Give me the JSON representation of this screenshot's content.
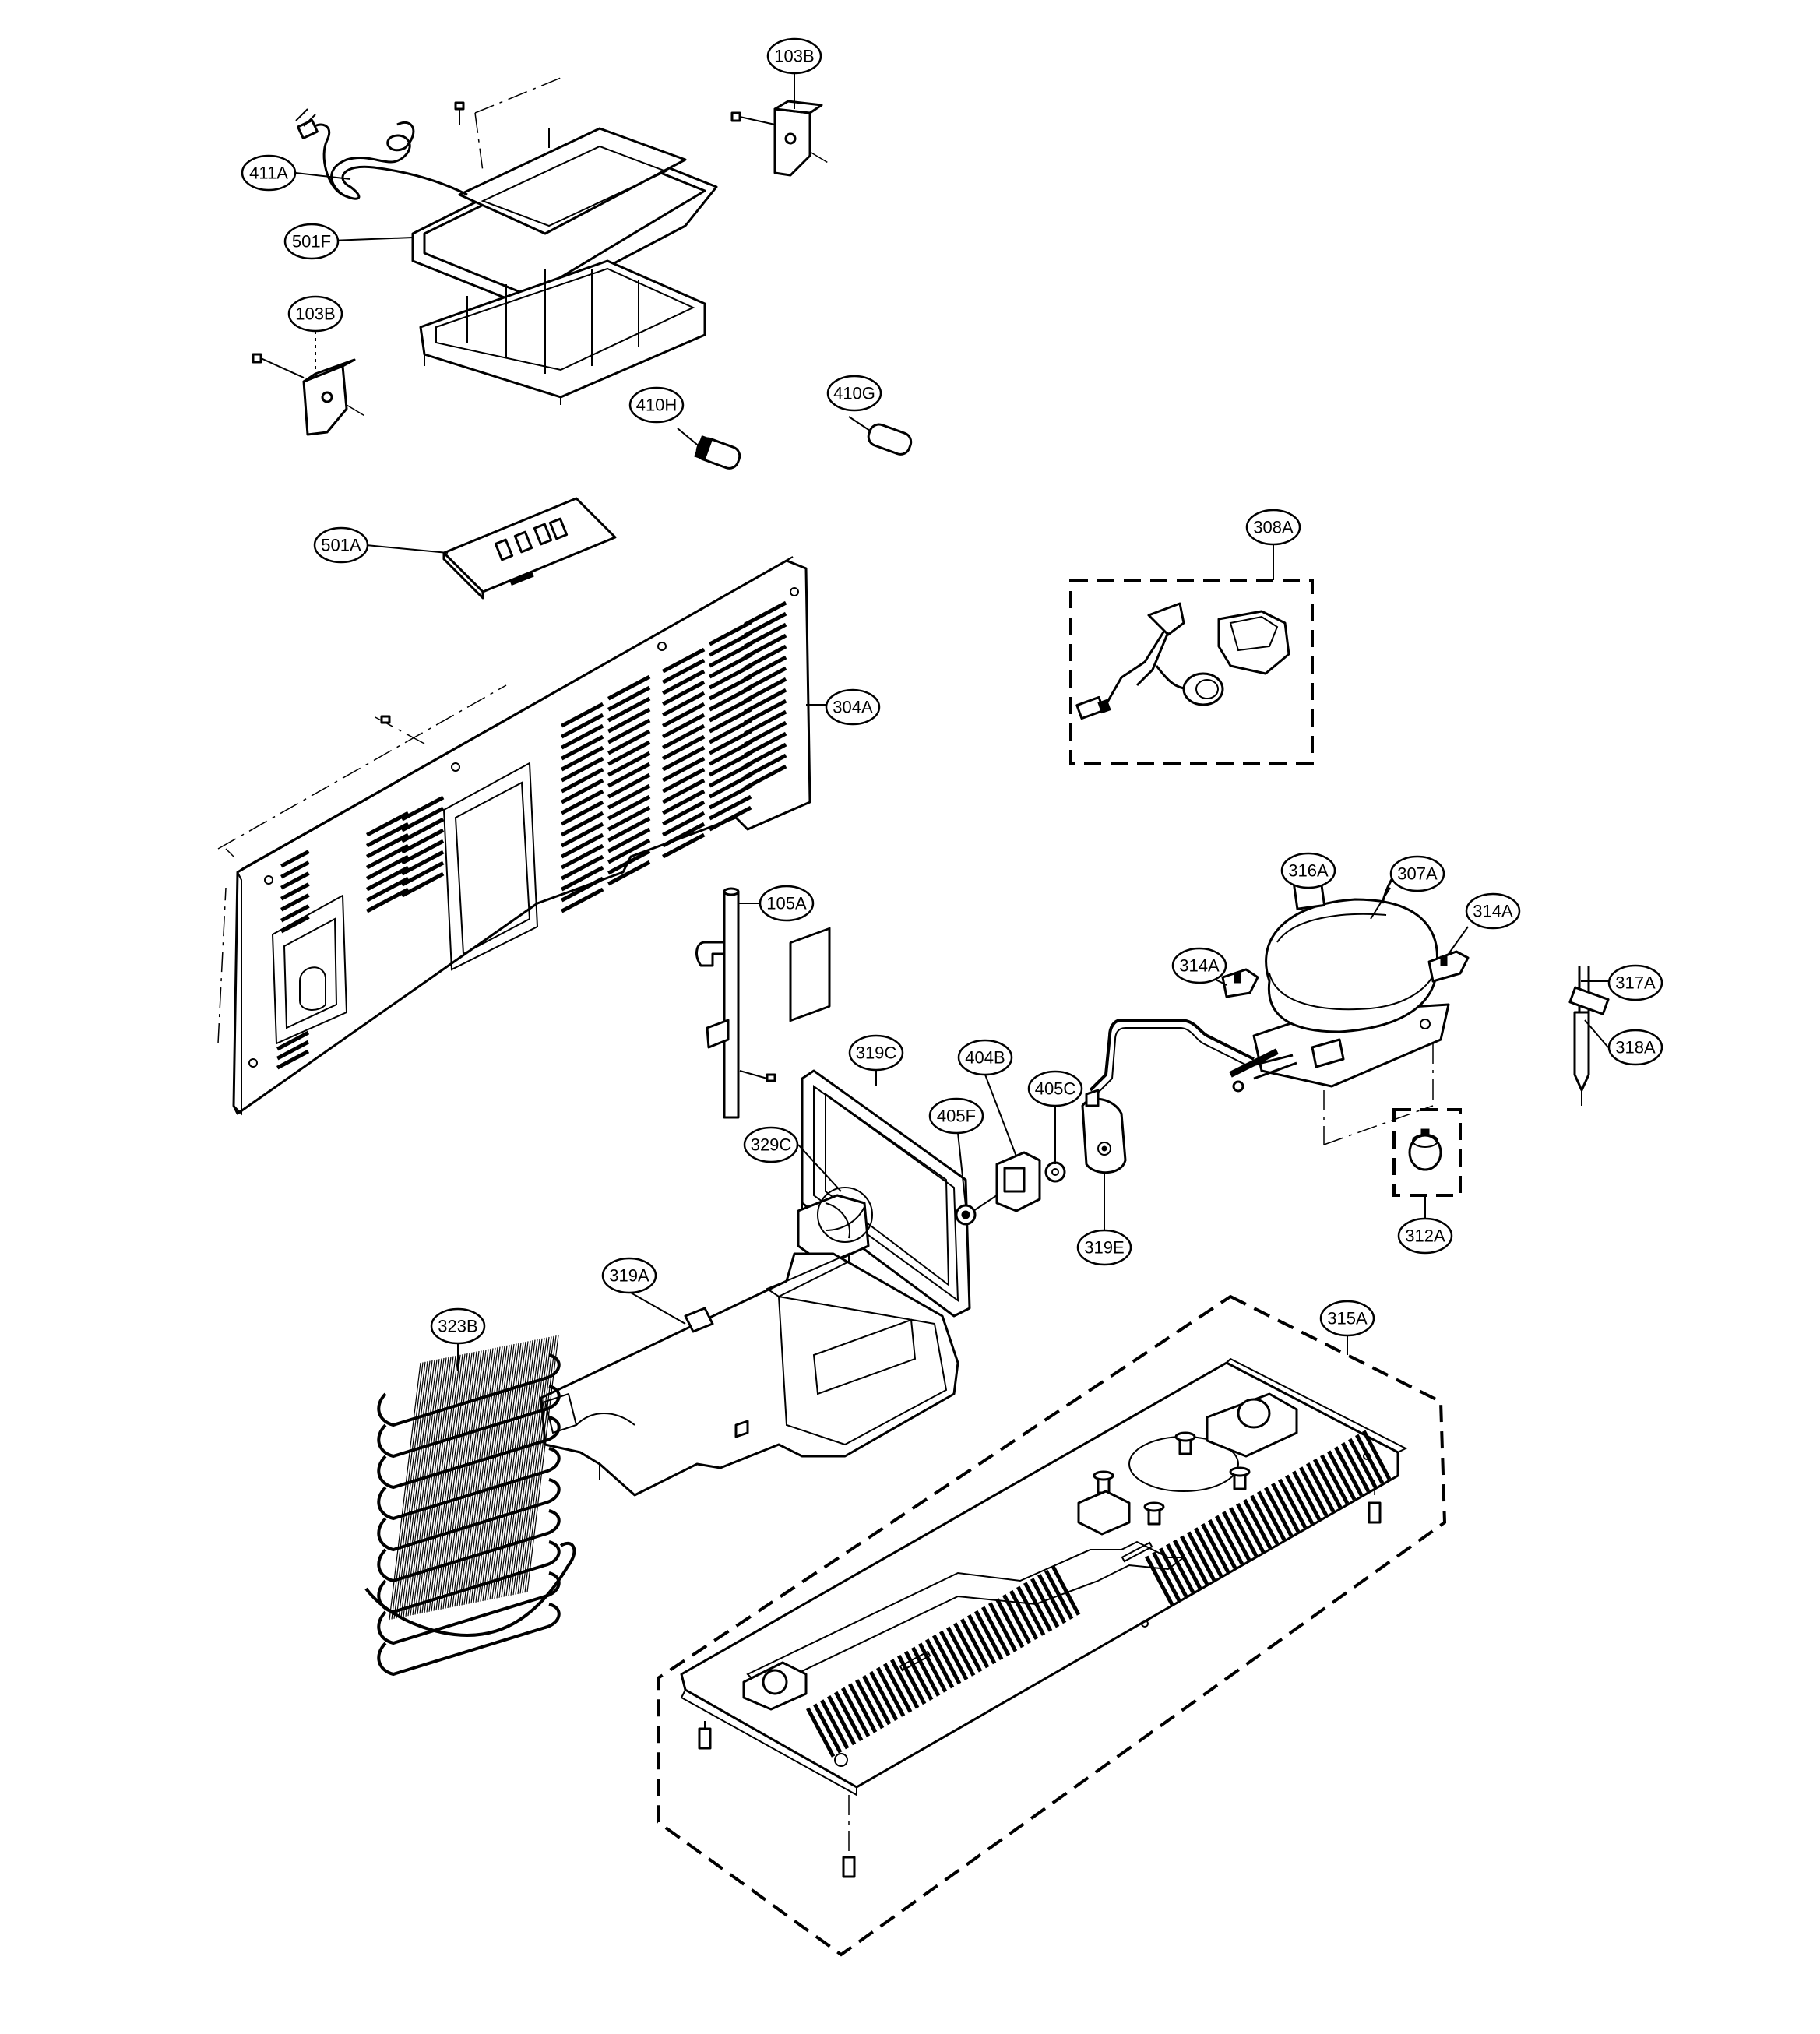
{
  "diagram": {
    "callouts": {
      "c_103B_top": "103B",
      "c_411A": "411A",
      "c_501F": "501F",
      "c_103B_left": "103B",
      "c_410H": "410H",
      "c_410G": "410G",
      "c_501A": "501A",
      "c_308A": "308A",
      "c_304A": "304A",
      "c_316A": "316A",
      "c_307A": "307A",
      "c_314A_right": "314A",
      "c_314A_left": "314A",
      "c_105A": "105A",
      "c_317A": "317A",
      "c_318A": "318A",
      "c_319C": "319C",
      "c_404B": "404B",
      "c_405C": "405C",
      "c_405F": "405F",
      "c_329C": "329C",
      "c_319E": "319E",
      "c_312A": "312A",
      "c_319A": "319A",
      "c_323B": "323B",
      "c_315A": "315A"
    }
  }
}
